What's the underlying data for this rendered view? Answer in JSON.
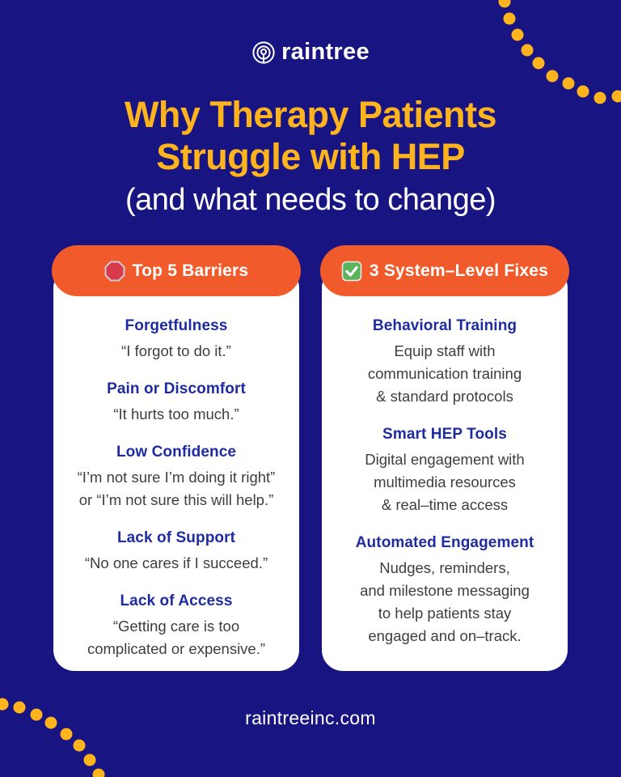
{
  "colors": {
    "background": "#181583",
    "accent_yellow": "#FFB41E",
    "header_orange": "#F15B2B",
    "title_navy": "#1F2C9F",
    "body_text": "#3D3D43",
    "card_white": "#FFFFFF"
  },
  "brand": {
    "logo_text": "raintree",
    "logo_icon": "tree-rings-icon",
    "footer_url": "raintreeinc.com"
  },
  "header": {
    "title_line1": "Why Therapy Patients",
    "title_line2": "Struggle with HEP",
    "subtitle": "(and what needs to change)"
  },
  "cards": {
    "barriers": {
      "header_label": "Top 5 Barriers",
      "header_icon": "stop-sign-icon",
      "items": [
        {
          "title": "Forgetfulness",
          "lines": [
            "“I forgot to do it.”"
          ]
        },
        {
          "title": "Pain or Discomfort",
          "lines": [
            "“It hurts too much.”"
          ]
        },
        {
          "title": "Low Confidence",
          "lines": [
            "“I’m not sure I’m doing it right”",
            "or “I’m not sure this will help.”"
          ]
        },
        {
          "title": "Lack of Support",
          "lines": [
            "“No one cares if I succeed.”"
          ]
        },
        {
          "title": "Lack of Access",
          "lines": [
            "“Getting care is too",
            "complicated or expensive.”"
          ]
        }
      ]
    },
    "fixes": {
      "header_label": "3 System–Level Fixes",
      "header_icon": "check-mark-icon",
      "items": [
        {
          "title": "Behavioral Training",
          "lines": [
            "Equip staff with",
            "communication training",
            "& standard protocols"
          ]
        },
        {
          "title": "Smart HEP Tools",
          "lines": [
            "Digital engagement with",
            "multimedia resources",
            "& real–time access"
          ]
        },
        {
          "title": "Automated Engagement",
          "lines": [
            "Nudges, reminders,",
            "and milestone messaging",
            "to help patients stay",
            "engaged and on–track."
          ]
        }
      ]
    }
  }
}
